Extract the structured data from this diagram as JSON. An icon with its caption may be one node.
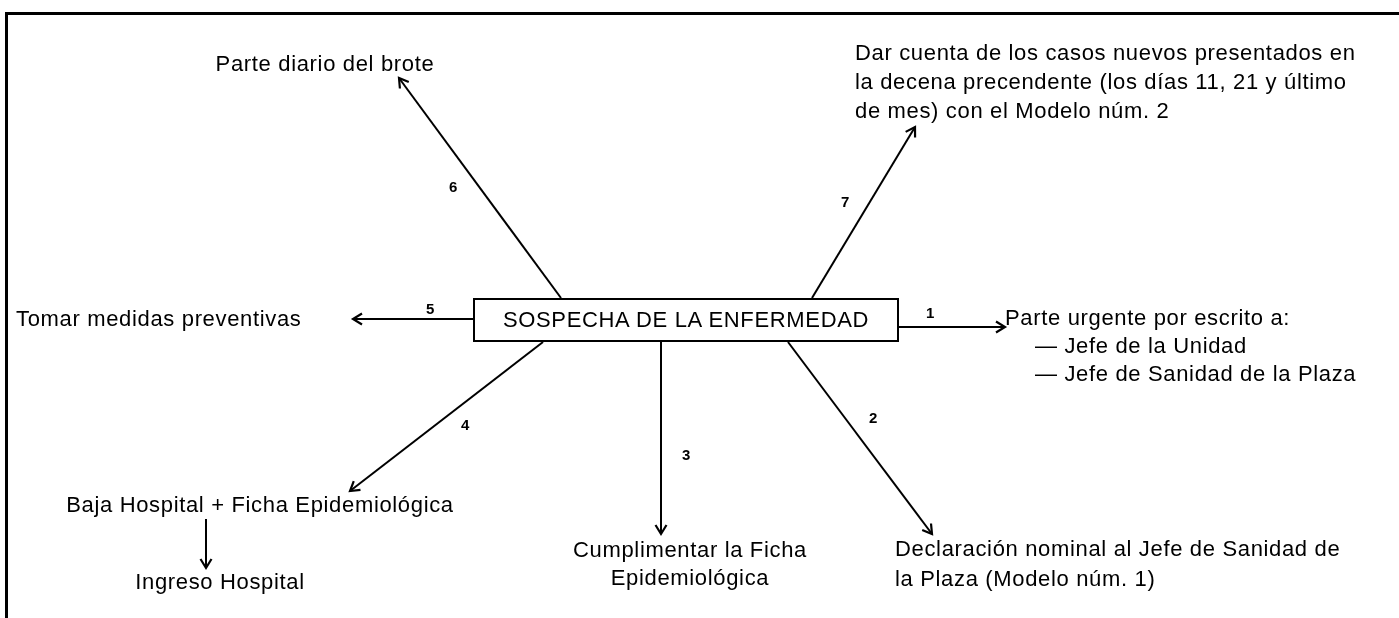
{
  "diagram": {
    "nodes": [
      {
        "text": [
          "SOSPECHA DE LA ENFERMEDAD"
        ]
      },
      {
        "text": [
          "Parte urgente por escrito a:",
          "— Jefe de la Unidad",
          "— Jefe de Sanidad de la Plaza"
        ]
      },
      {
        "text": [
          "Declaración nominal al Jefe de Sanidad de la Plaza (Modelo núm. 1)"
        ]
      },
      {
        "text": [
          "Cumplimentar la Ficha Epidemiológica"
        ]
      },
      {
        "text": [
          "Baja Hospital + Ficha Epidemiológica"
        ]
      },
      {
        "text": [
          "Ingreso Hospital"
        ]
      },
      {
        "text": [
          "Tomar medidas preventivas"
        ]
      },
      {
        "text": [
          "Parte diario del brote"
        ]
      },
      {
        "text": [
          "Dar cuenta de los casos nuevos presentados en la decena precendente (los días 11, 21 y último de mes) con el Modelo núm. 2"
        ]
      }
    ],
    "edges": [
      {
        "from": 0,
        "to": 1,
        "arrow": "to",
        "label": "1"
      },
      {
        "from": 0,
        "to": 2,
        "arrow": "to",
        "label": "2"
      },
      {
        "from": 0,
        "to": 3,
        "arrow": "to",
        "label": "3"
      },
      {
        "from": 0,
        "to": 4,
        "arrow": "to",
        "label": "4"
      },
      {
        "from": 0,
        "to": 6,
        "arrow": "to",
        "label": "5"
      },
      {
        "from": 0,
        "to": 7,
        "arrow": "to",
        "label": "6"
      },
      {
        "from": 0,
        "to": 8,
        "arrow": "to",
        "label": "7"
      },
      {
        "from": 4,
        "to": 5,
        "arrow": "to"
      }
    ]
  }
}
